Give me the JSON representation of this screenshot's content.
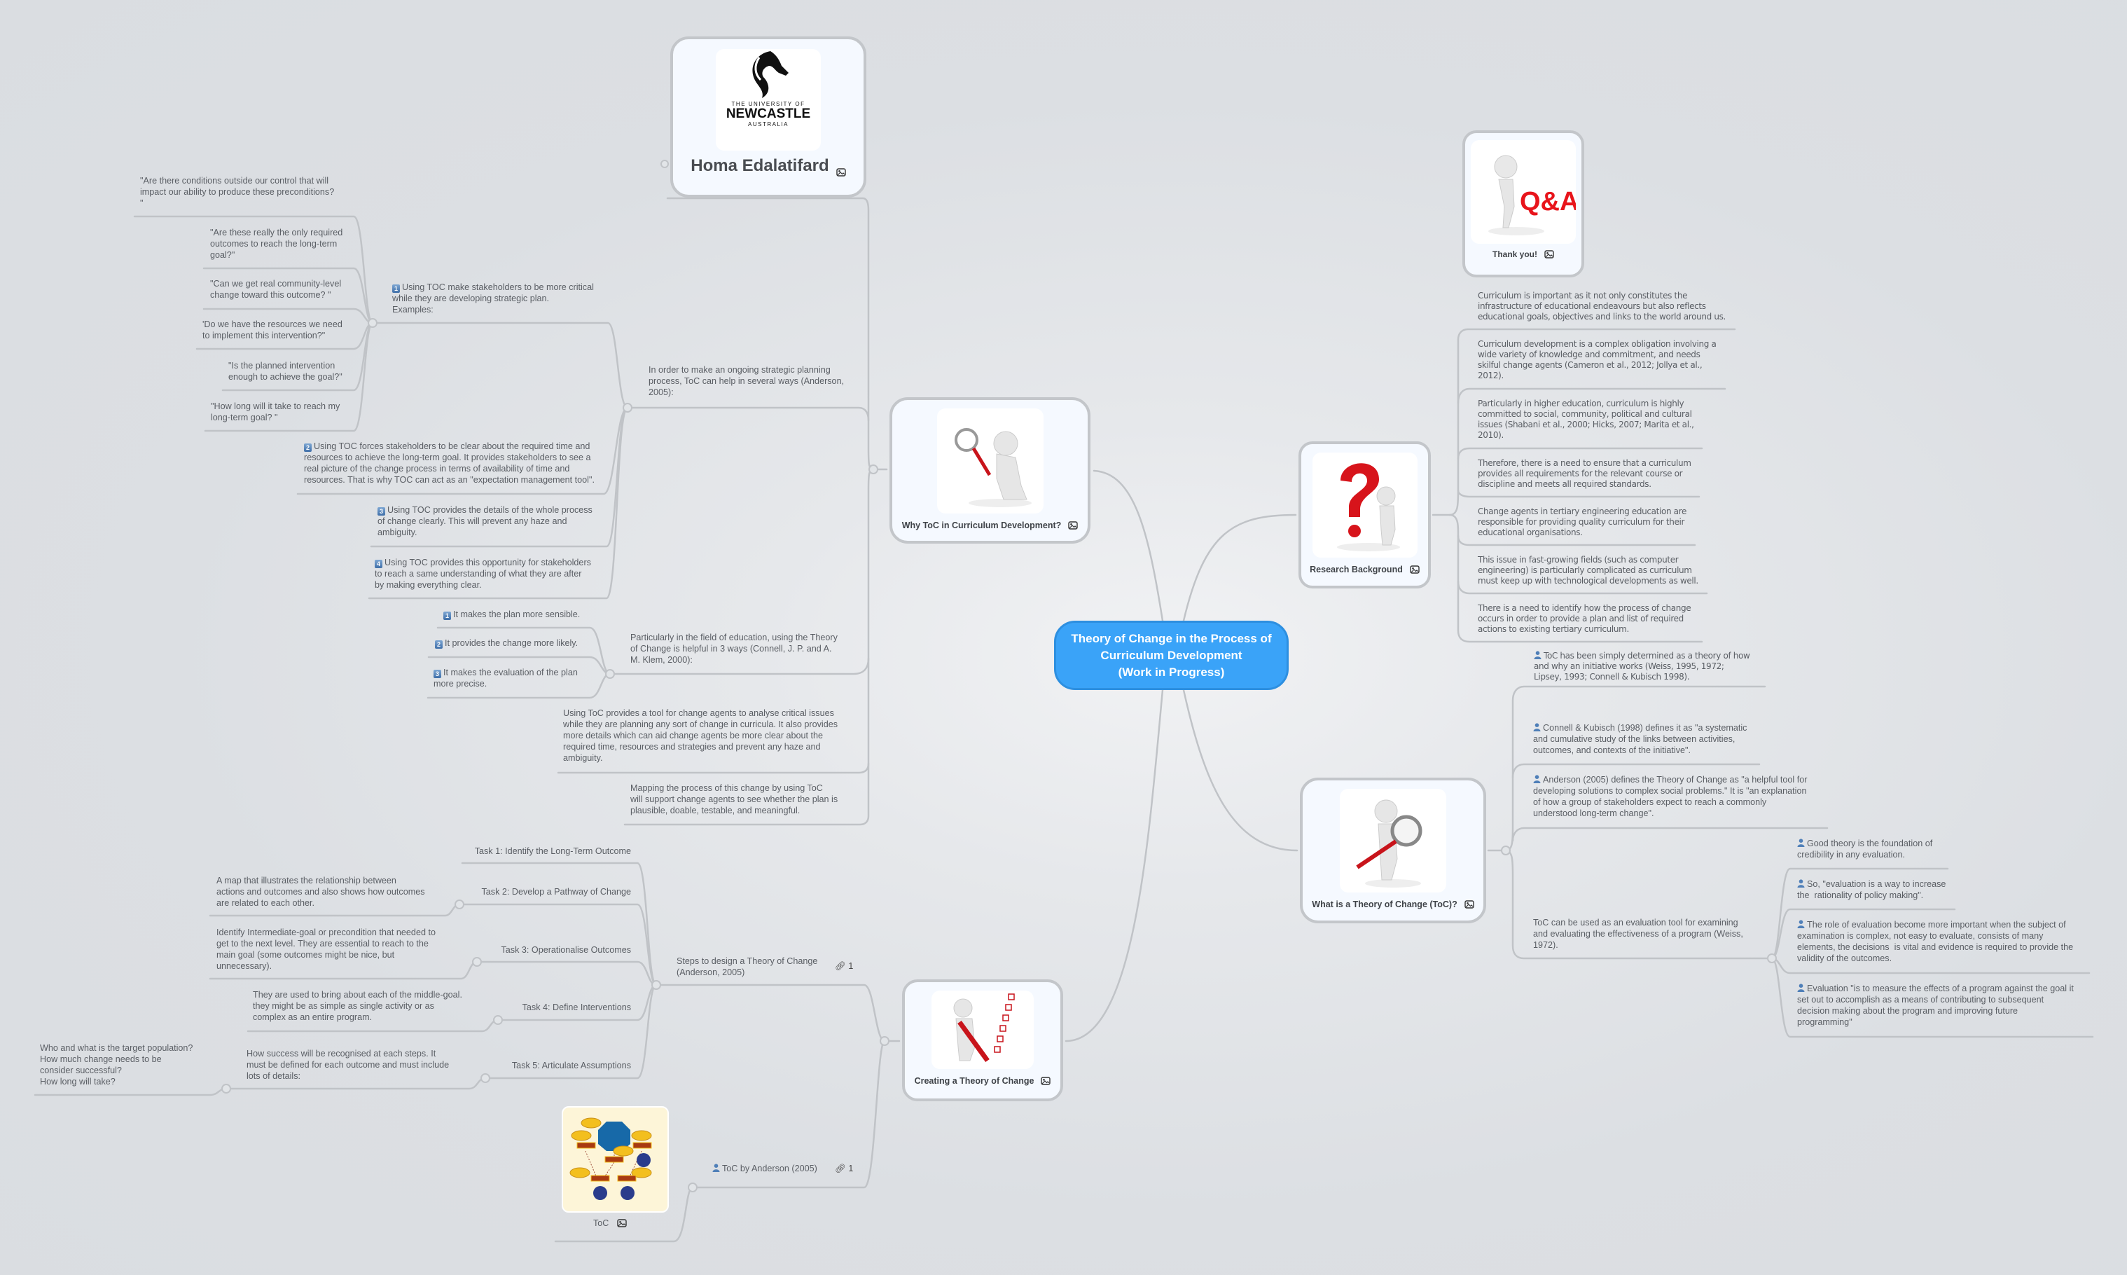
{
  "colors": {
    "central_node": "#3aa3f8",
    "connector": "#c0c3c7",
    "card_border": "#c3c6ca",
    "card_bg": "#f5f9ff",
    "text": "#5a5e64",
    "bullet": "#4f7fb8"
  },
  "central": {
    "title": "Theory of Change in the Process of\nCurriculum Development\n(Work in Progress)"
  },
  "author_card": {
    "name": "Homa Edalatifard",
    "logo_line1": "THE UNIVERSITY OF",
    "logo_line2": "NEWCASTLE",
    "logo_line3": "AUSTRALIA",
    "icon": "image-icon"
  },
  "thanks_card": {
    "label": "Thank you!",
    "image_letters": "Q&A",
    "icon": "image-icon"
  },
  "why": {
    "label": "Why ToC in Curriculum Development?",
    "strategic": {
      "text": "In order to make an ongoing strategic planning\nprocess, ToC can help in several ways (Anderson,\n2005):",
      "items": [
        {
          "num": "1",
          "text": "Using TOC make stakeholders to be more critical\nwhile they are developing strategic plan.\nExamples:",
          "examples": [
            "\"Are there conditions outside our control that will\nimpact our ability to produce these preconditions?\n\"",
            "\"Are these really the only required\noutcomes to reach the long-term\ngoal?\"",
            "\"Can we get real community-level\nchange toward this outcome? \"",
            "'Do we have the resources we need\nto implement this intervention?\"",
            "\"Is the planned intervention\nenough to achieve the goal?\"",
            "\"How long will it take to reach my\nlong-term goal? \""
          ]
        },
        {
          "num": "2",
          "text": "Using TOC forces stakeholders to be clear about the required time and\nresources to achieve the long-term goal. It provides stakeholders to see a\nreal picture of the change process in terms of availability of time and\nresources. That is why TOC can act as an \"expectation management tool\"."
        },
        {
          "num": "3",
          "text": "Using TOC provides the details of the whole process\nof change clearly. This will prevent any haze and\nambiguity."
        },
        {
          "num": "4",
          "text": "Using TOC provides this opportunity for stakeholders\nto reach a same understanding of what they are after\nby making everything clear."
        }
      ]
    },
    "education": {
      "text": "Particularly in the field of education, using the Theory\nof Change is helpful in 3 ways (Connell, J. P. and A.\nM. Klem, 2000):",
      "items": [
        {
          "num": "1",
          "text": "It makes the plan more sensible."
        },
        {
          "num": "2",
          "text": "It provides the change more likely."
        },
        {
          "num": "3",
          "text": "It makes the evaluation of the plan\nmore precise."
        }
      ]
    },
    "tool": "Using ToC provides a tool for change agents to analyse critical issues\nwhile they are planning any sort of change in curricula. It also provides\nmore details which can aid change agents be more clear about the\nrequired time, resources and strategies and prevent any haze and\nambiguity.",
    "mapping": "Mapping the process of this change by using ToC\nwill support change agents to see whether the plan is\nplausible, doable, testable, and meaningful."
  },
  "research": {
    "label": "Research Background",
    "items": [
      "Curriculum is important as it not only constitutes the\ninfrastructure of educational endeavours but also reflects\neducational goals, objectives and links to the world around us.",
      "Curriculum development is a complex obligation involving a\nwide variety of knowledge and commitment, and needs\nskilful change agents (Cameron et al., 2012; Jollya et al.,\n2012).",
      "Particularly in higher education, curriculum is highly\ncommitted to social, community, political and cultural\nissues (Shabani et al., 2000; Hicks, 2007; Marita et al.,\n2010).",
      "Therefore, there is a need to ensure that a curriculum\nprovides all requirements for the relevant course or\ndiscipline and meets all required standards.",
      "Change agents in tertiary engineering education are\nresponsible for providing quality curriculum for their\neducational organisations.",
      "This issue in fast-growing fields (such as computer\nengineering) is particularly complicated as curriculum\nmust keep up with technological developments as well.",
      "There is a need to identify how the process of change\noccurs in order to provide a plan and list of required\nactions to existing tertiary curriculum."
    ]
  },
  "whatis": {
    "label": "What is a Theory of Change (ToC)?",
    "items": [
      "ToC has been simply determined as a theory of how\nand why an initiative works (Weiss, 1995, 1972;\nLipsey, 1993; Connell & Kubisch 1998).",
      "Connell & Kubisch (1998) defines it as \"a systematic\nand cumulative study of the links between activities,\noutcomes, and contexts of the initiative\".",
      "Anderson (2005) defines the Theory of Change as \"a helpful tool for\ndeveloping solutions to complex social problems.\" It is \"an explanation\nof how a group of stakeholders expect to reach a commonly\nunderstood long-term change\"."
    ],
    "evaluation": {
      "text": "ToC can be used as an evaluation tool for examining\nand evaluating the effectiveness of a program (Weiss,\n1972).",
      "items": [
        "Good theory is the foundation of\ncredibility in any evaluation.",
        "So, \"evaluation is a way to increase\nthe  rationality of policy making\".",
        "The role of evaluation become more important when the subject of\nexamination is complex, not easy to evaluate, consists of many\nelements, the decisions  is vital and evidence is required to provide the\nvalidity of the outcomes.",
        "Evaluation \"is to measure the effects of a program against the goal it\nset out to accomplish as a means of contributing to subsequent\ndecision making about the program and improving future\nprogramming\""
      ]
    }
  },
  "creating": {
    "label": "Creating a Theory of Change",
    "steps": {
      "text": "Steps to design a Theory of Change\n(Anderson, 2005)",
      "attachments": "1",
      "tasks": [
        {
          "label": "Task 1: Identify the Long-Term Outcome"
        },
        {
          "label": "Task 2: Develop a Pathway of Change",
          "desc": "A map that illustrates the relationship between\nactions and outcomes and also shows how outcomes\nare related to each other."
        },
        {
          "label": "Task 3: Operationalise Outcomes",
          "desc": "Identify Intermediate-goal or precondition that needed to\nget to the next level. They are essential to reach to the\nmain goal (some outcomes might be nice, but\nunnecessary)."
        },
        {
          "label": "Task 4: Define Interventions",
          "desc": "They are used to bring about each of the middle-goal.\nthey might be as simple as single activity or as\ncomplex as an entire program."
        },
        {
          "label": "Task 5: Articulate Assumptions",
          "desc": "How success will be recognised at each steps. It\nmust be defined for each outcome and must include\nlots of details:",
          "sub": "Who and what is the target population?\nHow much change needs to be\nconsider successful?\nHow long will take?"
        }
      ]
    },
    "anderson": {
      "text": "ToC by Anderson (2005)",
      "attachments": "1"
    },
    "toc_image": {
      "label": "ToC"
    }
  }
}
